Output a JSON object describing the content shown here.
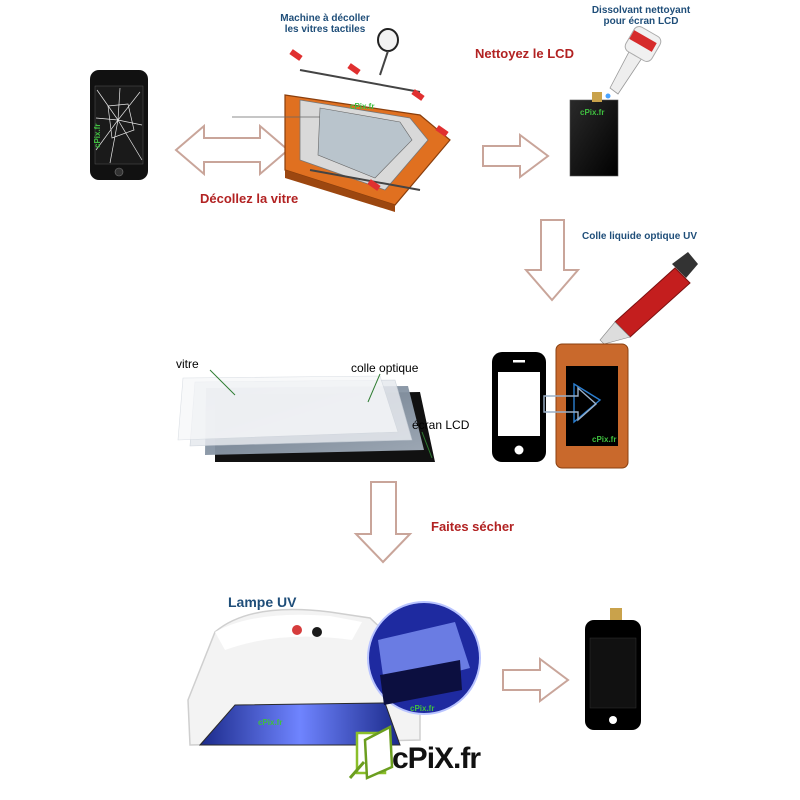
{
  "labels": {
    "machine": "Machine à décoller\nles vitres tactiles",
    "clean": "Nettoyez le LCD",
    "solvent": "Dissolvant nettoyant\npour écran LCD",
    "remove": "Décollez la vitre",
    "glue": "Colle liquide optique UV",
    "vitre": "vitre",
    "colle": "colle optique",
    "ecran": "écran LCD",
    "dry": "Faites sécher",
    "lamp": "Lampe UV",
    "watermark": "cPix.fr",
    "logo": "cPiX.fr"
  },
  "colors": {
    "step_red": "#b22222",
    "step_blue": "#1f4e79",
    "arrow_outline": "#b33a2a",
    "machine_orange": "#e07020",
    "uv_blue": "#3b5bdb"
  }
}
